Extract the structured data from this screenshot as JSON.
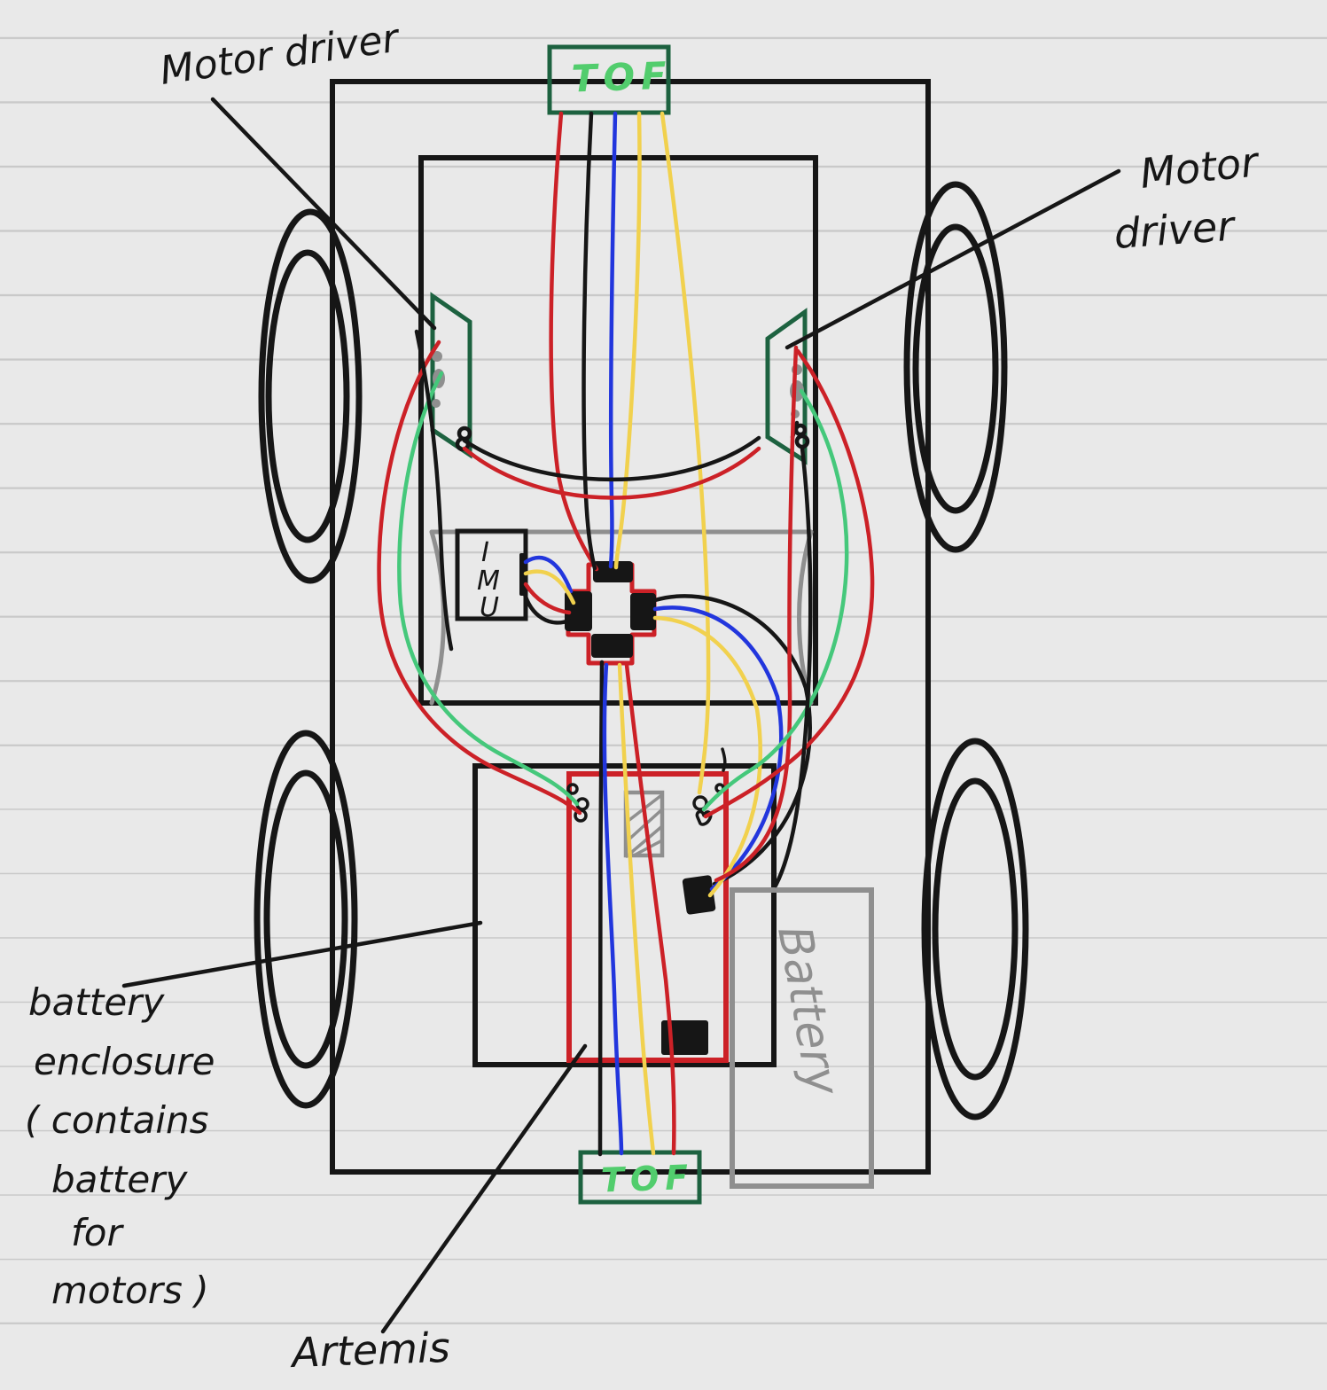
{
  "labels": {
    "motor_driver_left": "Motor driver",
    "motor_driver_right_line1": "Motor",
    "motor_driver_right_line2": "driver",
    "tof_top": "TOF",
    "tof_bottom": "TOF",
    "imu_letters": [
      "I",
      "M",
      "U"
    ],
    "battery": "Battery",
    "battery_enclosure_lines": [
      "battery",
      "enclosure",
      "( contains",
      "battery",
      "for",
      "motors )"
    ],
    "artemis": "Artemis"
  },
  "colors": {
    "paper": "#e9e9e9",
    "rule": "#c9c9c9",
    "ink": "#161616",
    "red": "#cc2127",
    "blue": "#2236dd",
    "yellow": "#f1d14e",
    "green": "#45c87b",
    "dark-green": "#1d6240",
    "light-green": "#52cd6d",
    "gray": "#8f8f8f"
  }
}
